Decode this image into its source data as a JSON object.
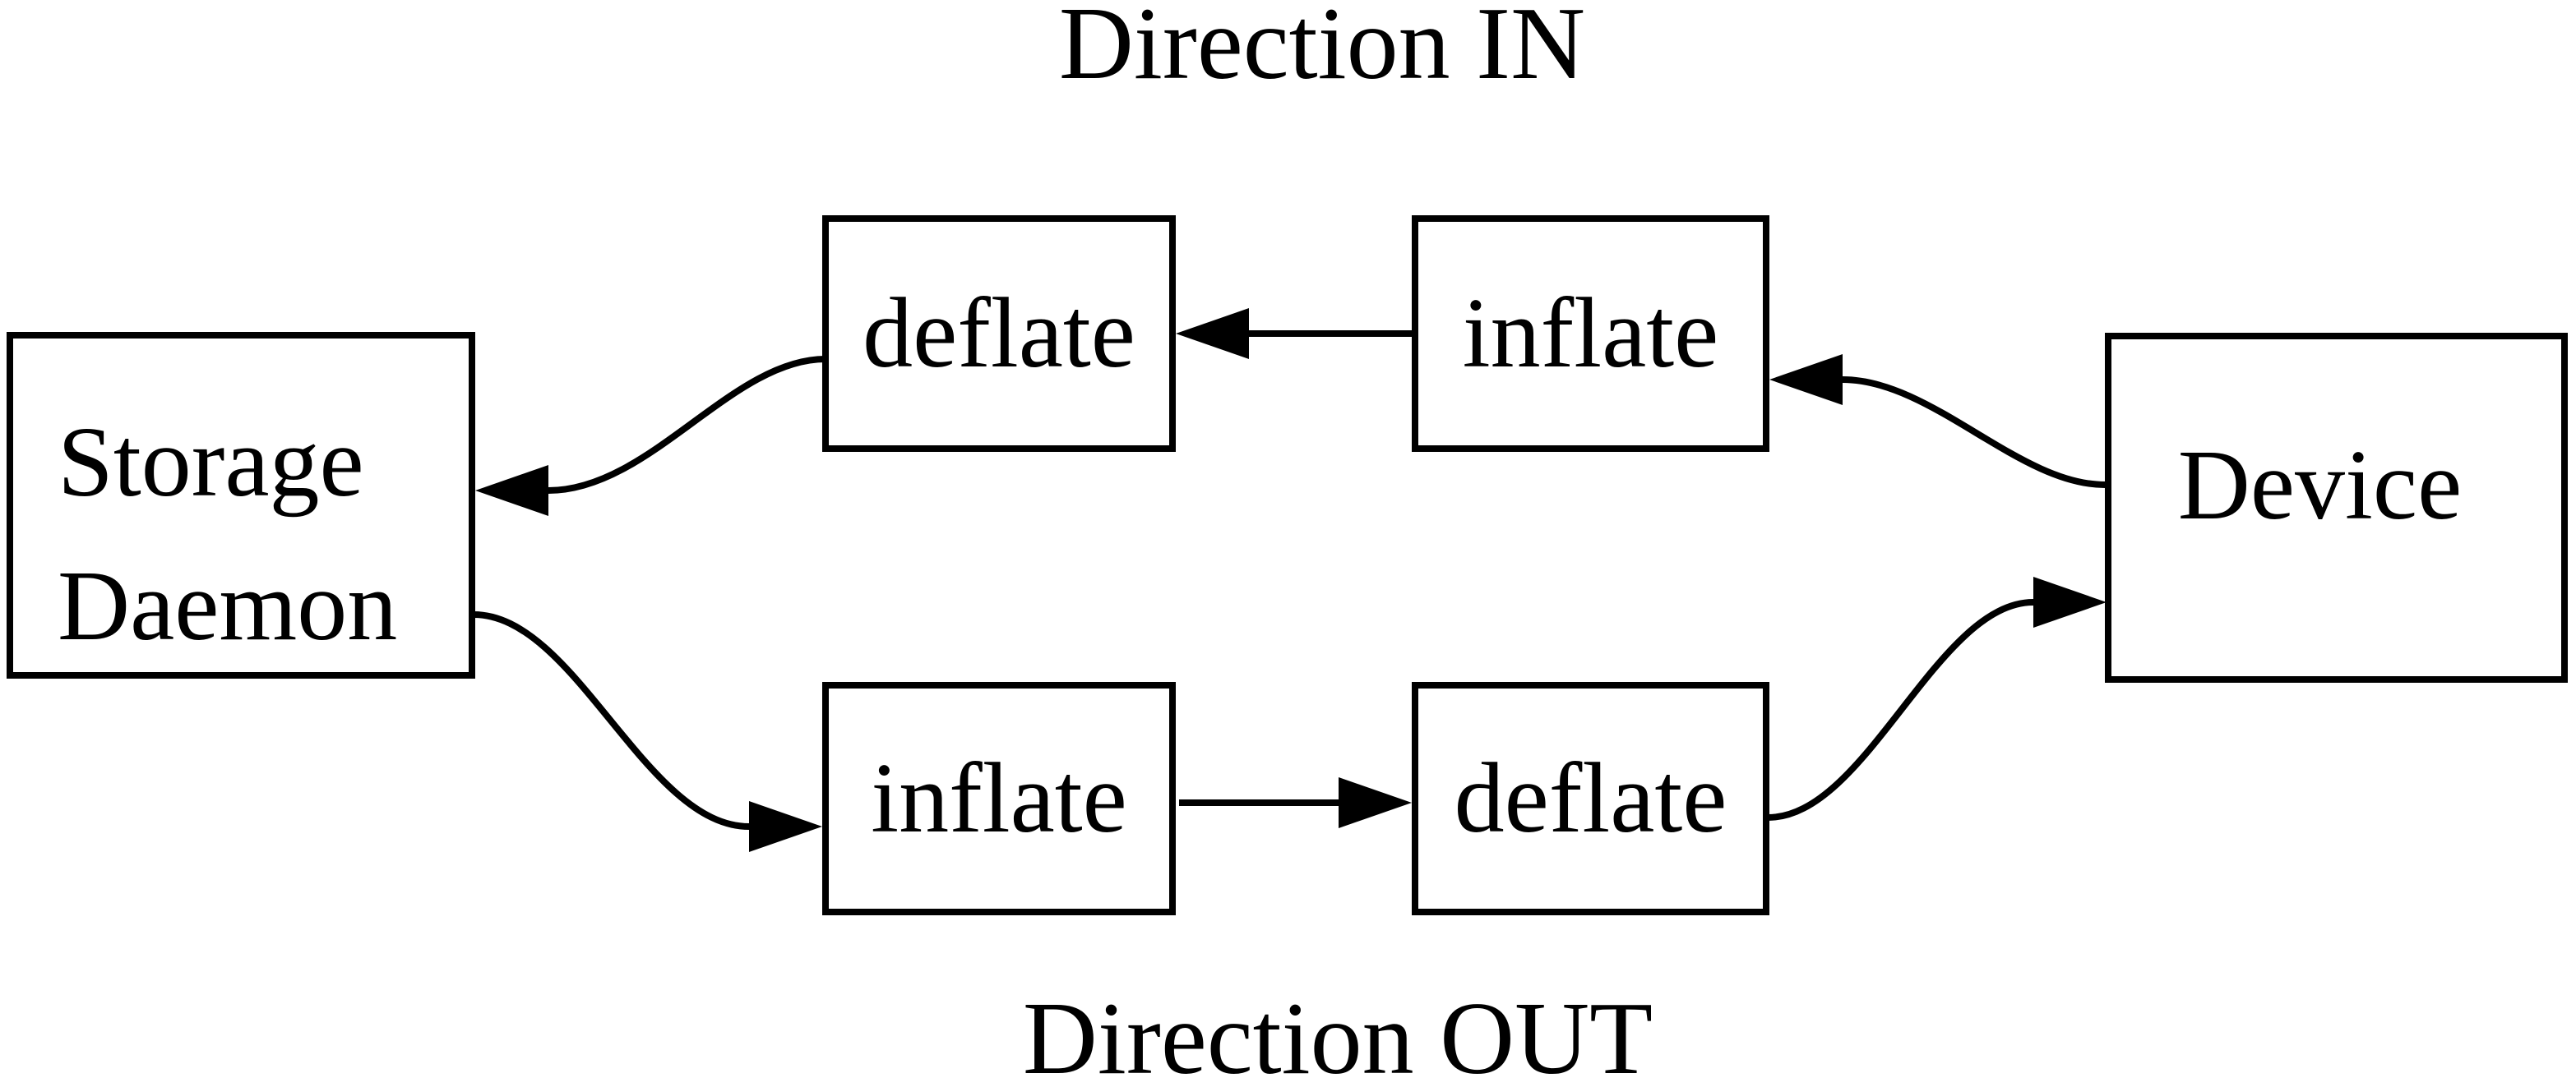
{
  "diagram": {
    "title_top": "Direction IN",
    "title_bottom": "Direction OUT",
    "nodes": {
      "storage_daemon": {
        "line1": "Storage",
        "line2": "Daemon"
      },
      "deflate_in": {
        "label": "deflate"
      },
      "inflate_in": {
        "label": "inflate"
      },
      "inflate_out": {
        "label": "inflate"
      },
      "deflate_out": {
        "label": "deflate"
      },
      "device": {
        "label": "Device"
      }
    },
    "edges": [
      {
        "from": "device",
        "to": "inflate_in",
        "direction": "IN"
      },
      {
        "from": "inflate_in",
        "to": "deflate_in",
        "direction": "IN"
      },
      {
        "from": "deflate_in",
        "to": "storage_daemon",
        "direction": "IN"
      },
      {
        "from": "storage_daemon",
        "to": "inflate_out",
        "direction": "OUT"
      },
      {
        "from": "inflate_out",
        "to": "deflate_out",
        "direction": "OUT"
      },
      {
        "from": "deflate_out",
        "to": "device",
        "direction": "OUT"
      }
    ],
    "colors": {
      "stroke": "#000000",
      "background": "#ffffff"
    }
  }
}
